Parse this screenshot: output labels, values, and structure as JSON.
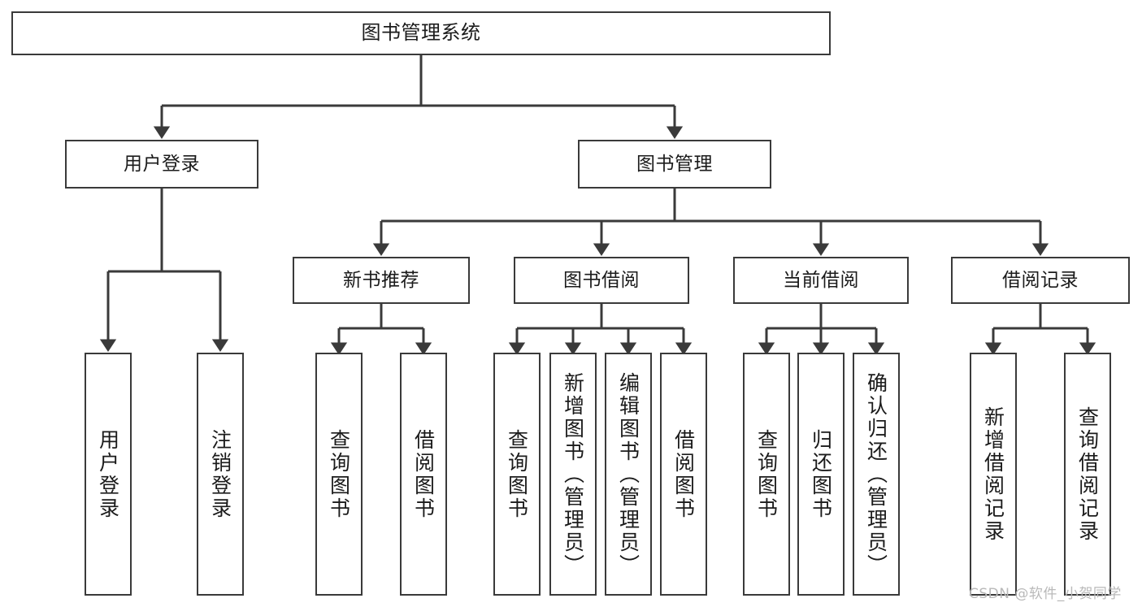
{
  "diagram": {
    "title": "图书管理系统",
    "type": "tree-hierarchy-chart",
    "watermark": "CSDN @软件_小贺同学",
    "colors": {
      "background": "#ffffff",
      "box_border": "#3a3a3a",
      "box_fill": "#ffffff",
      "edge": "#3a3a3a",
      "text": "#1b1b1b",
      "watermark": "#b9b9b9"
    },
    "root": {
      "label": "图书管理系统"
    },
    "level1": [
      {
        "label": "用户登录"
      },
      {
        "label": "图书管理"
      }
    ],
    "level2": [
      {
        "label": "新书推荐"
      },
      {
        "label": "图书借阅"
      },
      {
        "label": "当前借阅"
      },
      {
        "label": "借阅记录"
      }
    ],
    "leaves": {
      "user_login": [
        {
          "label": "用户登录"
        },
        {
          "label": "注销登录"
        }
      ],
      "new_book_recommend": [
        {
          "label": "查询图书"
        },
        {
          "label": "借阅图书"
        }
      ],
      "book_borrow": [
        {
          "label": "查询图书"
        },
        {
          "label": "新增图书（管理员）"
        },
        {
          "label": "编辑图书（管理员）"
        },
        {
          "label": "借阅图书"
        }
      ],
      "current_borrow": [
        {
          "label": "查询图书"
        },
        {
          "label": "归还图书"
        },
        {
          "label": "确认归还（管理员）"
        }
      ],
      "borrow_record": [
        {
          "label": "新增借阅记录"
        },
        {
          "label": "查询借阅记录"
        }
      ]
    }
  }
}
